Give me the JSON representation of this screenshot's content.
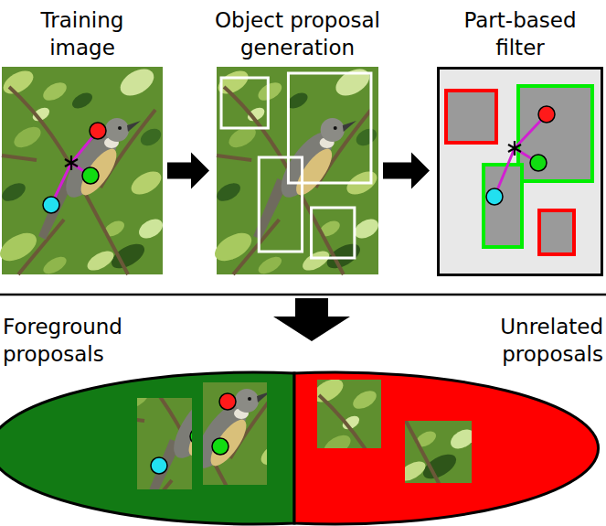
{
  "diagram": {
    "nodes": [
      {
        "text": [
          "Training image"
        ]
      },
      {
        "text": [
          "Object proposal generation"
        ]
      },
      {
        "text": [
          "Part-based filter"
        ]
      },
      {
        "text": [
          "Foreground proposals"
        ]
      },
      {
        "text": [
          "Unrelated proposals"
        ]
      }
    ],
    "edges": [
      {
        "from": 0,
        "to": 1,
        "arrow": "to"
      },
      {
        "from": 1,
        "to": 2,
        "arrow": "to"
      }
    ]
  }
}
